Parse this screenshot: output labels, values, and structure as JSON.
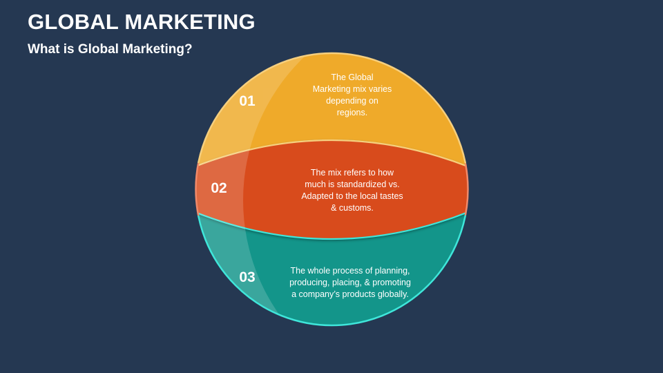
{
  "header": {
    "title": "GLOBAL MARKETING",
    "subtitle": "What is Global Marketing?"
  },
  "colors": {
    "background": "#253852",
    "segment_01": "#EFAA2A",
    "segment_02": "#D84B1B",
    "segment_03": "#13958A",
    "segment_01_border": "#F6CF7E",
    "segment_02_border": "#F08A6A",
    "segment_03_border": "#3FE6DA"
  },
  "segments": [
    {
      "number": "01",
      "text_lines": [
        "The Global",
        "Marketing mix varies",
        "depending on",
        "regions."
      ]
    },
    {
      "number": "02",
      "text_lines": [
        "The mix refers to how",
        "much is standardized vs.",
        "Adapted to the local tastes",
        "& customs."
      ]
    },
    {
      "number": "03",
      "text_lines": [
        "The whole process of planning,",
        "producing, placing, & promoting",
        "a company’s products globally."
      ]
    }
  ]
}
